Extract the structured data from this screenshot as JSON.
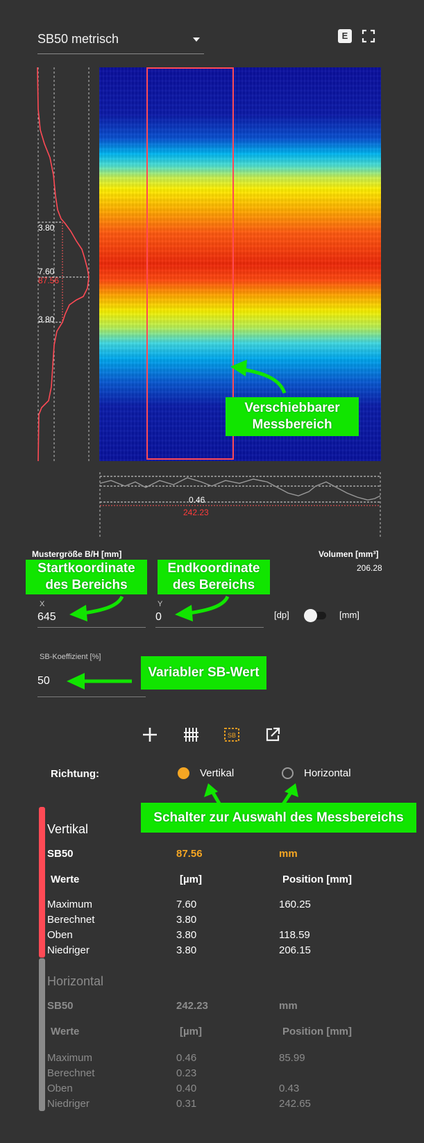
{
  "header": {
    "mode_select": "SB50 metrisch",
    "export_label": "E"
  },
  "profile_left": {
    "label_upper": "3.80",
    "label_max": "7.60",
    "label_sb50": "87.56",
    "label_lower": "3.80"
  },
  "profile_bottom": {
    "label_max": "0.46",
    "label_sb50": "242.23"
  },
  "callouts": {
    "region": "Verschiebbarer\nMessbereich",
    "start": "Startkoordinate\ndes Bereichs",
    "end": "Endkoordinate\ndes Bereichs",
    "sb_value": "Variabler SB-Wert",
    "switch": "Schalter zur Auswahl des Messbereichs"
  },
  "pattern": {
    "size_label": "Mustergröße B/H [mm]",
    "volume_label": "Volumen [mm³]",
    "volume_value": "206.28"
  },
  "coords": {
    "x_label": "X",
    "x_value": "645",
    "y_label": "Y",
    "y_value": "0",
    "unit_left": "[dp]",
    "unit_right": "[mm]"
  },
  "sb_coeff": {
    "label": "SB-Koeffizient [%]",
    "value": "50"
  },
  "direction": {
    "label": "Richtung:",
    "option_vertical": "Vertikal",
    "option_horizontal": "Horizontal",
    "selected": "Vertikal"
  },
  "colors": {
    "accent": "#f5a623",
    "red_section": "#ff4a55",
    "callout_green": "#11e500",
    "background": "#333333"
  },
  "vertical": {
    "title": "Vertikal",
    "sb_label": "SB50",
    "sb_value": "87.56",
    "sb_unit": "mm",
    "col_werte": "Werte",
    "col_um": "[µm]",
    "col_pos": "Position [mm]",
    "rows": [
      {
        "name": "Maximum",
        "um": "7.60",
        "pos": "160.25"
      },
      {
        "name": "Berechnet",
        "um": "3.80",
        "pos": ""
      },
      {
        "name": "Oben",
        "um": "3.80",
        "pos": "118.59"
      },
      {
        "name": "Niedriger",
        "um": "3.80",
        "pos": "206.15"
      }
    ]
  },
  "horizontal": {
    "title": "Horizontal",
    "sb_label": "SB50",
    "sb_value": "242.23",
    "sb_unit": "mm",
    "col_werte": "Werte",
    "col_um": "[µm]",
    "col_pos": "Position [mm]",
    "rows": [
      {
        "name": "Maximum",
        "um": "0.46",
        "pos": "85.99"
      },
      {
        "name": "Berechnet",
        "um": "0.23",
        "pos": ""
      },
      {
        "name": "Oben",
        "um": "0.40",
        "pos": "0.43"
      },
      {
        "name": "Niedriger",
        "um": "0.31",
        "pos": "242.65"
      }
    ]
  }
}
